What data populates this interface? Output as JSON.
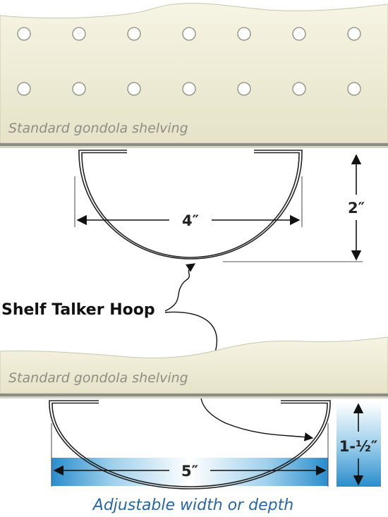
{
  "top_shelf": {
    "label": "Standard gondola shelving"
  },
  "bottom_shelf": {
    "label": "Standard gondola shelving"
  },
  "callout": {
    "label": "Shelf Talker Hoop"
  },
  "dimensions": {
    "top_width": "4″",
    "top_height": "2″",
    "bottom_width": "5″",
    "bottom_height": "1-½″"
  },
  "caption": "Adjustable width or depth",
  "colors": {
    "shelf_fill": "#eeecd6",
    "shelf_edge": "#8d8d88",
    "caption": "#2566ad",
    "highlight": "#2e8fce"
  }
}
